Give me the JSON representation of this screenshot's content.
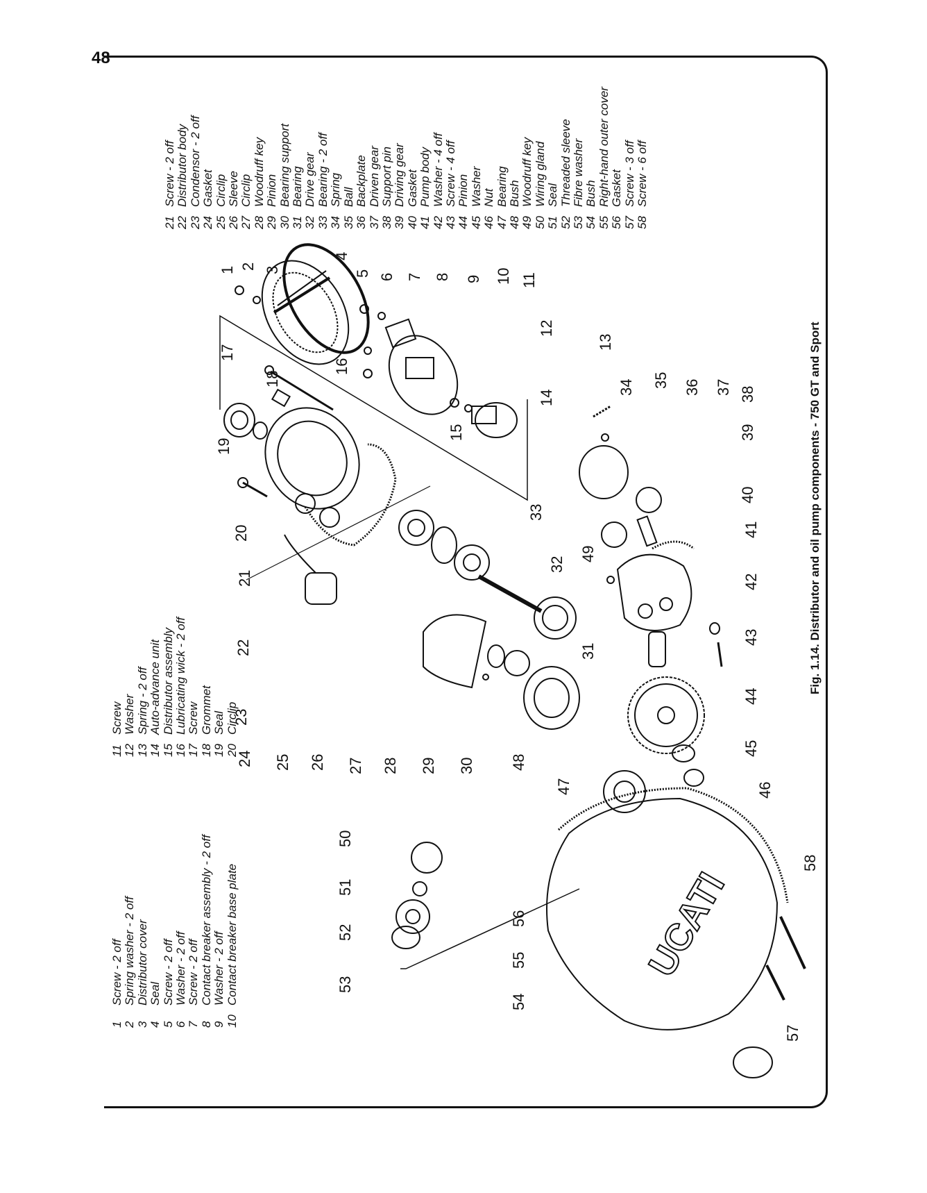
{
  "page": {
    "number": "48"
  },
  "caption": "Fig. 1.14. Distributor and oil pump components - 750 GT and Sport",
  "legend_left": [
    {
      "n": "1",
      "t": "Screw - 2 off"
    },
    {
      "n": "2",
      "t": "Spring washer - 2 off"
    },
    {
      "n": "3",
      "t": "Distributor cover"
    },
    {
      "n": "4",
      "t": "Seal"
    },
    {
      "n": "5",
      "t": "Screw - 2 off"
    },
    {
      "n": "6",
      "t": "Washer - 2 off"
    },
    {
      "n": "7",
      "t": "Screw - 2 off"
    },
    {
      "n": "8",
      "t": "Contact breaker assembly - 2 off"
    },
    {
      "n": "9",
      "t": "Washer - 2 off"
    },
    {
      "n": "10",
      "t": "Contact breaker base plate"
    }
  ],
  "legend_mid": [
    {
      "n": "11",
      "t": "Screw"
    },
    {
      "n": "12",
      "t": "Washer"
    },
    {
      "n": "13",
      "t": "Spring - 2 off"
    },
    {
      "n": "14",
      "t": "Auto-advance unit"
    },
    {
      "n": "15",
      "t": "Distributor assembly"
    },
    {
      "n": "16",
      "t": "Lubricating wick - 2 off"
    },
    {
      "n": "17",
      "t": "Screw"
    },
    {
      "n": "18",
      "t": "Grommet"
    },
    {
      "n": "19",
      "t": "Seal"
    },
    {
      "n": "20",
      "t": "Circlip"
    }
  ],
  "legend_right": [
    {
      "n": "21",
      "t": "Screw - 2 off"
    },
    {
      "n": "22",
      "t": "Distributor body"
    },
    {
      "n": "23",
      "t": "Condensor - 2 off"
    },
    {
      "n": "24",
      "t": "Gasket"
    },
    {
      "n": "25",
      "t": "Circlip"
    },
    {
      "n": "26",
      "t": "Sleeve"
    },
    {
      "n": "27",
      "t": "Circlip"
    },
    {
      "n": "28",
      "t": "Woodruff key"
    },
    {
      "n": "29",
      "t": "Pinion"
    },
    {
      "n": "30",
      "t": "Bearing support"
    },
    {
      "n": "31",
      "t": "Bearing"
    },
    {
      "n": "32",
      "t": "Drive gear"
    },
    {
      "n": "33",
      "t": "Bearing - 2 off"
    },
    {
      "n": "34",
      "t": "Spring"
    },
    {
      "n": "35",
      "t": "Ball"
    },
    {
      "n": "36",
      "t": "Backplate"
    },
    {
      "n": "37",
      "t": "Driven gear"
    },
    {
      "n": "38",
      "t": "Support pin"
    },
    {
      "n": "39",
      "t": "Driving gear"
    },
    {
      "n": "40",
      "t": "Gasket"
    },
    {
      "n": "41",
      "t": "Pump body"
    },
    {
      "n": "42",
      "t": "Washer - 4 off"
    },
    {
      "n": "43",
      "t": "Screw - 4 off"
    },
    {
      "n": "44",
      "t": "Pinion"
    },
    {
      "n": "45",
      "t": "Washer"
    },
    {
      "n": "46",
      "t": "Nut"
    },
    {
      "n": "47",
      "t": "Bearing"
    },
    {
      "n": "48",
      "t": "Bush"
    },
    {
      "n": "49",
      "t": "Woodruff key"
    },
    {
      "n": "50",
      "t": "Wiring gland"
    },
    {
      "n": "51",
      "t": "Seal"
    },
    {
      "n": "52",
      "t": "Threaded sleeve"
    },
    {
      "n": "53",
      "t": "Fibre washer"
    },
    {
      "n": "54",
      "t": "Bush"
    },
    {
      "n": "55",
      "t": "Right-hand outer cover"
    },
    {
      "n": "56",
      "t": "Gasket"
    },
    {
      "n": "57",
      "t": "Screw - 3 off"
    },
    {
      "n": "58",
      "t": "Screw - 6 off"
    }
  ],
  "cover_logo": "UCATI",
  "callouts": [
    "1",
    "2",
    "3",
    "4",
    "5",
    "6",
    "7",
    "8",
    "9",
    "10",
    "11",
    "12",
    "13",
    "14",
    "15",
    "16",
    "17",
    "18",
    "19",
    "20",
    "21",
    "22",
    "23",
    "24",
    "25",
    "26",
    "27",
    "28",
    "29",
    "30",
    "31",
    "32",
    "33",
    "34",
    "35",
    "36",
    "37",
    "38",
    "39",
    "40",
    "41",
    "42",
    "43",
    "44",
    "45",
    "46",
    "47",
    "48",
    "49",
    "50",
    "51",
    "52",
    "53",
    "54",
    "55",
    "56",
    "57",
    "58"
  ]
}
